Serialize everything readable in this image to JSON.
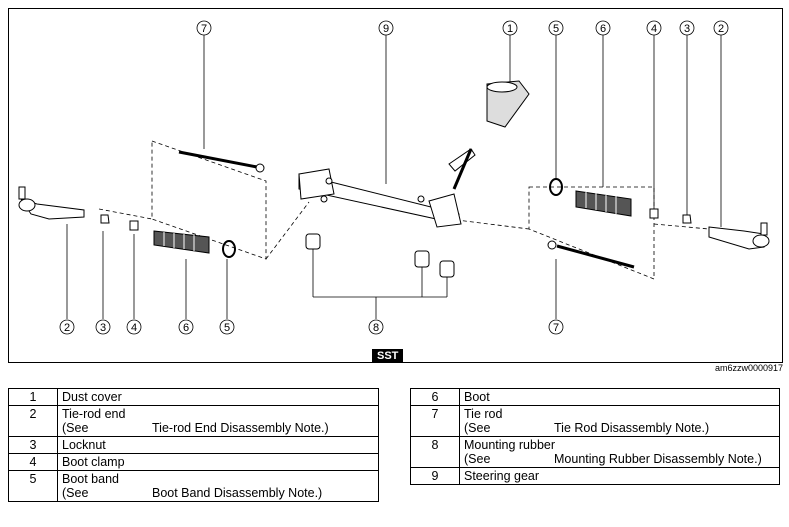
{
  "figure": {
    "code": "am6zzw0000917",
    "sst_label": "SST",
    "callouts": {
      "c1": "1",
      "c2a": "2",
      "c2b": "2",
      "c3a": "3",
      "c3b": "3",
      "c4a": "4",
      "c4b": "4",
      "c5a": "5",
      "c5b": "5",
      "c6a": "6",
      "c6b": "6",
      "c7a": "7",
      "c7b": "7",
      "c8": "8",
      "c9": "9"
    }
  },
  "parts_left": [
    {
      "num": "1",
      "name": "Dust cover"
    },
    {
      "num": "2",
      "name": "Tie-rod end",
      "see": "(See",
      "note": "Tie-rod End Disassembly Note.)"
    },
    {
      "num": "3",
      "name": "Locknut"
    },
    {
      "num": "4",
      "name": "Boot clamp"
    },
    {
      "num": "5",
      "name": "Boot band",
      "see": "(See",
      "note": "Boot Band Disassembly Note.)"
    }
  ],
  "parts_right": [
    {
      "num": "6",
      "name": "Boot"
    },
    {
      "num": "7",
      "name": "Tie rod",
      "see": "(See",
      "note": "Tie Rod Disassembly Note.)"
    },
    {
      "num": "8",
      "name": "Mounting rubber",
      "see": "(See",
      "note": "Mounting Rubber Disassembly Note.)"
    },
    {
      "num": "9",
      "name": "Steering gear"
    }
  ]
}
